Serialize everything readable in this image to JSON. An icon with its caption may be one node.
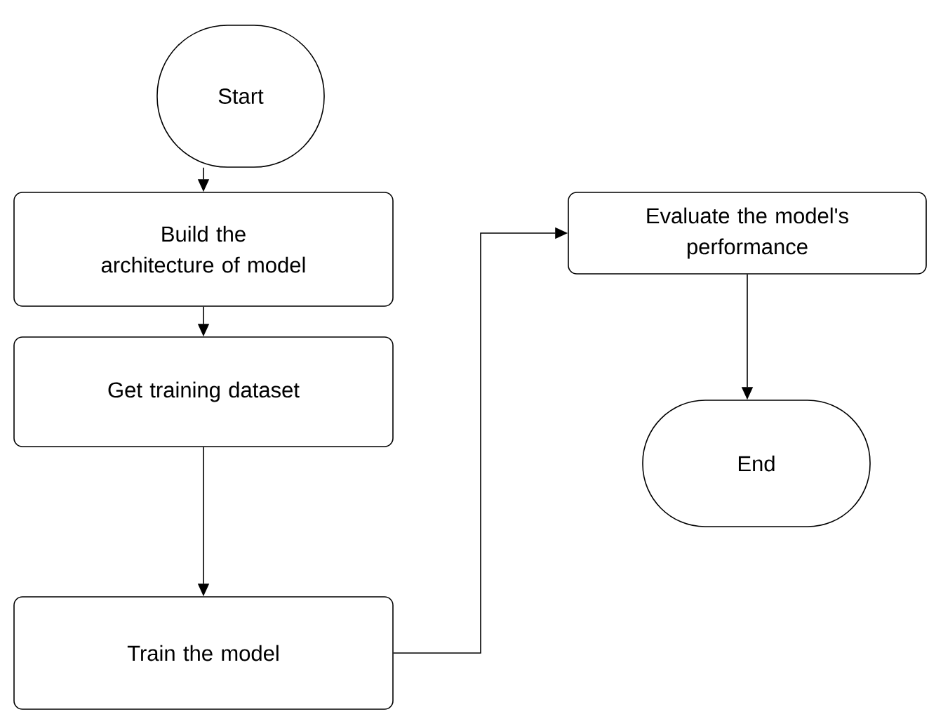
{
  "diagram": {
    "nodes": [
      {
        "text": [
          "Start"
        ]
      },
      {
        "text": [
          "Build the architecture of model"
        ]
      },
      {
        "text": [
          "Get training dataset"
        ]
      },
      {
        "text": [
          "Train the model"
        ]
      },
      {
        "text": [
          "Evaluate the model's performance"
        ]
      },
      {
        "text": [
          "End"
        ]
      }
    ],
    "edges": [
      {
        "from": 0,
        "to": 1,
        "arrow": "to"
      },
      {
        "from": 1,
        "to": 2,
        "arrow": "to"
      },
      {
        "from": 2,
        "to": 3,
        "arrow": "to"
      },
      {
        "from": 3,
        "to": 4,
        "arrow": "to"
      },
      {
        "from": 4,
        "to": 5,
        "arrow": "to"
      }
    ]
  }
}
